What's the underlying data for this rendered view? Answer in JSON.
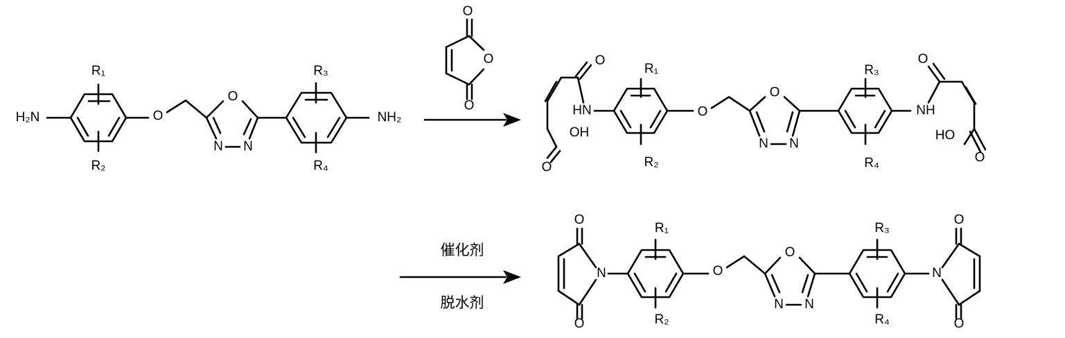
{
  "labels": {
    "h2n": "H₂N",
    "nh2": "NH₂",
    "o": "O",
    "n": "N",
    "nh": "NH",
    "hn": "HN",
    "oh": "OH",
    "ho": "HO",
    "r1": "R₁",
    "r2": "R₂",
    "r3": "R₃",
    "r4": "R₄"
  },
  "reagents": {
    "catalyst": "催化剂",
    "dehydrating_agent": "脱水剂"
  }
}
